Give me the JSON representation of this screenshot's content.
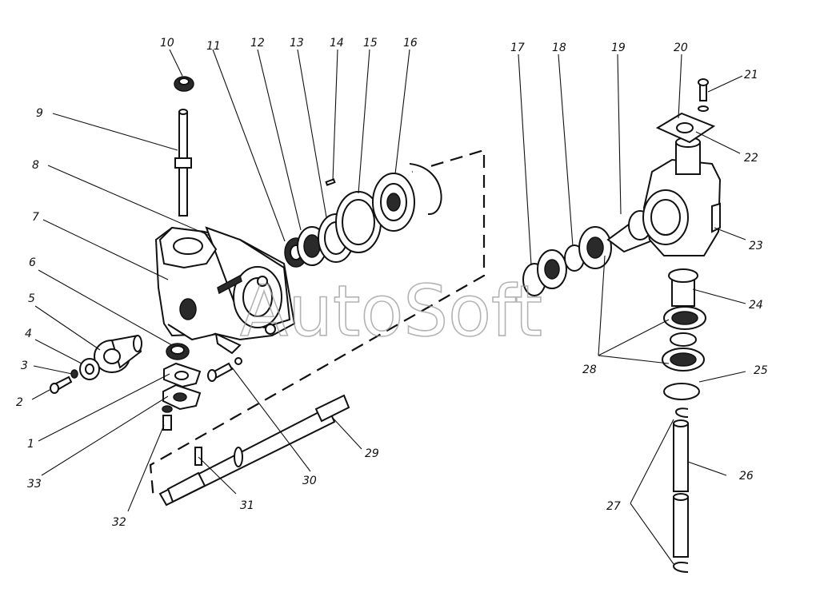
{
  "watermark": "AutoSoft",
  "callouts": [
    {
      "id": "p1",
      "text": "1"
    },
    {
      "id": "p2",
      "text": "2"
    },
    {
      "id": "p3",
      "text": "3"
    },
    {
      "id": "p4",
      "text": "4"
    },
    {
      "id": "p5",
      "text": "5"
    },
    {
      "id": "p6",
      "text": "6"
    },
    {
      "id": "p7",
      "text": "7"
    },
    {
      "id": "p8",
      "text": "8"
    },
    {
      "id": "p9",
      "text": "9"
    },
    {
      "id": "p10",
      "text": "10"
    },
    {
      "id": "p11",
      "text": "11"
    },
    {
      "id": "p12",
      "text": "12"
    },
    {
      "id": "p13",
      "text": "13"
    },
    {
      "id": "p14",
      "text": "14"
    },
    {
      "id": "p15",
      "text": "15"
    },
    {
      "id": "p16",
      "text": "16"
    },
    {
      "id": "p17",
      "text": "17"
    },
    {
      "id": "p18",
      "text": "18"
    },
    {
      "id": "p19",
      "text": "19"
    },
    {
      "id": "p20",
      "text": "20"
    },
    {
      "id": "p21",
      "text": "21"
    },
    {
      "id": "p22",
      "text": "22"
    },
    {
      "id": "p23",
      "text": "23"
    },
    {
      "id": "p24",
      "text": "24"
    },
    {
      "id": "p25",
      "text": "25"
    },
    {
      "id": "p26",
      "text": "26"
    },
    {
      "id": "p27",
      "text": "27"
    },
    {
      "id": "p28",
      "text": "28"
    },
    {
      "id": "p29",
      "text": "29"
    },
    {
      "id": "p30",
      "text": "30"
    },
    {
      "id": "p31",
      "text": "31"
    },
    {
      "id": "p32",
      "text": "32"
    },
    {
      "id": "p33",
      "text": "33"
    }
  ]
}
